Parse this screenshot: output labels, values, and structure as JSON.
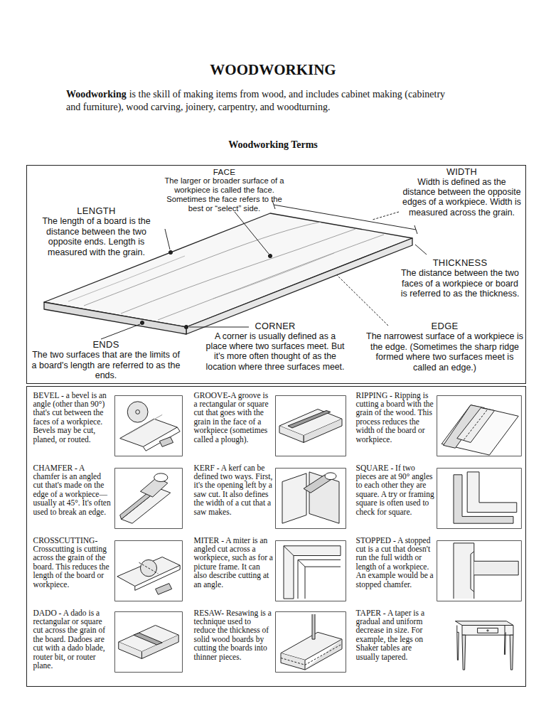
{
  "diagram": {
    "title": "WOODWORKING",
    "nodes": [
      {
        "text": [
          "FACE",
          "The larger or broader surface of a workpiece is called the face. Sometimes the face refers to the best or “select” side.",
          "WIDTH",
          "Width is defined as the distance between the opposite edges of a workpiece. Width is measured across the grain.",
          "LENGTH",
          "The length of a board is the distance between the two opposite ends. Length is measured with the grain.",
          "THICKNESS",
          "The distance between the two faces of a workpiece or board is referred to as the thickness.",
          "ENDS",
          "The two surfaces that are the limits of a board's length are referred to as the ends.",
          "CORNER",
          "A corner is usually defined as a place where two surfaces meet. But it's more often thought of as the location where three surfaces meet.",
          "EDGE",
          "The narrowest surface of a workpiece is the edge. (Sometimes the sharp ridge formed where two surfaces meet is called an edge.)"
        ]
      },
      {
        "text": [
          "BEVEL - a bevel is an angle (other than 90°) that's cut between the faces of a workpiece. Bevels may be cut, planed, or routed.",
          "CHAMFER - A chamfer is an angled cut that's made on the edge of a workpiece—usually at 45°. It's often used to break an edge.",
          "CROSSCUTTING- Crosscutting is cutting across the grain of the board. This reduces the length of the board or workpiece.",
          "DADO - A dado is a rectangular or square cut across the grain of the board. Dadoes are cut with a dado blade, router bit, or router plane.",
          "GROOVE-A groove is a rectangular or square cut that goes with the grain in the face of a workpiece (sometimes called a plough).",
          "KERF - A kerf can be defined two ways. First, it's the opening left by a saw cut. It also defines the width of a cut that a saw makes.",
          "MITER - A miter is an angled cut across a workpiece, such as for a picture frame. It can also describe cutting at an angle.",
          "RESAW- Resawing is a technique used to reduce the thickness of solid wood boards by cutting the boards into thinner pieces.",
          "RIPPING - Ripping is cutting a board with the grain of the wood. This process reduces the width of the board or workpiece.",
          "SQUARE - If two pieces are at 90° angles to each other they are square. A try or framing square is often used to check for square.",
          "STOPPED - A stopped cut is a cut that doesn't run the full width or length of a workpiece. An example would be a stopped chamfer.",
          "TAPER - A taper is a gradual and uniform decrease in size. For example, the legs on Shaker tables are usually tapered."
        ]
      }
    ],
    "labels": [
      "Woodworking",
      "is the skill of making items from wood, and includes cabinet making (cabinetry and furniture), wood carving, joinery, carpentry, and woodturning.",
      "Woodworking Terms"
    ]
  }
}
